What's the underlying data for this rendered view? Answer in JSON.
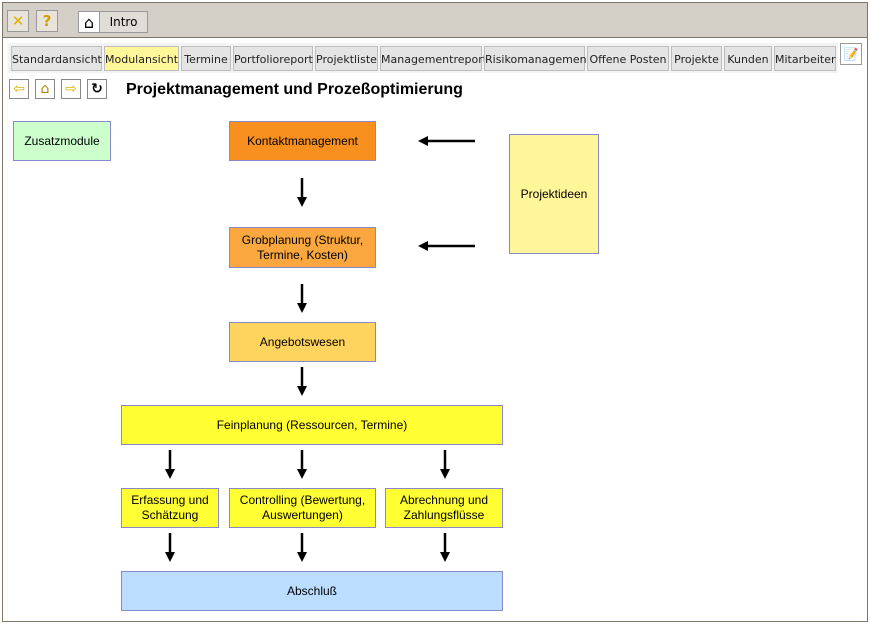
{
  "toolbar": {
    "close_icon": "close-x-icon",
    "help_icon": "help-icon",
    "intro_label": "Intro"
  },
  "tabs": [
    "Standardansicht",
    "Modulansicht",
    "Termine",
    "Portfolioreport",
    "Projektliste",
    "Managementreport",
    "Risikomanagement",
    "Offene Posten",
    "Projekte",
    "Kunden",
    "Mitarbeiter"
  ],
  "active_tab": "Modulansicht",
  "nav": {
    "back": "arrow-left-icon",
    "home": "home-icon",
    "forward": "arrow-right-icon",
    "refresh": "refresh-icon"
  },
  "page_title": "Projektmanagement und Prozeßoptimierung",
  "modules": {
    "zusatzmodule": "Zusatzmodule",
    "kontakt": "Kontaktmanagement",
    "grob": "Grobplanung (Struktur, Termine, Kosten)",
    "angebot": "Angebotswesen",
    "fein": "Feinplanung (Ressourcen, Termine)",
    "erfassung": "Erfassung und Schätzung",
    "controlling": "Controlling (Bewertung, Auswertungen)",
    "abrechnung": "Abrechnung und Zahlungsflüsse",
    "abschluss": "Abschluß",
    "ideen": "Projektideen"
  },
  "colors": {
    "kontakt": "#f7901e",
    "grob": "#f9a73e",
    "angebot": "#ffd45e",
    "fein": "#ffff33",
    "abschluss": "#bbddff",
    "zusatz": "#ccffcc",
    "ideen": "#fff599",
    "active_tab": "#fff799"
  }
}
